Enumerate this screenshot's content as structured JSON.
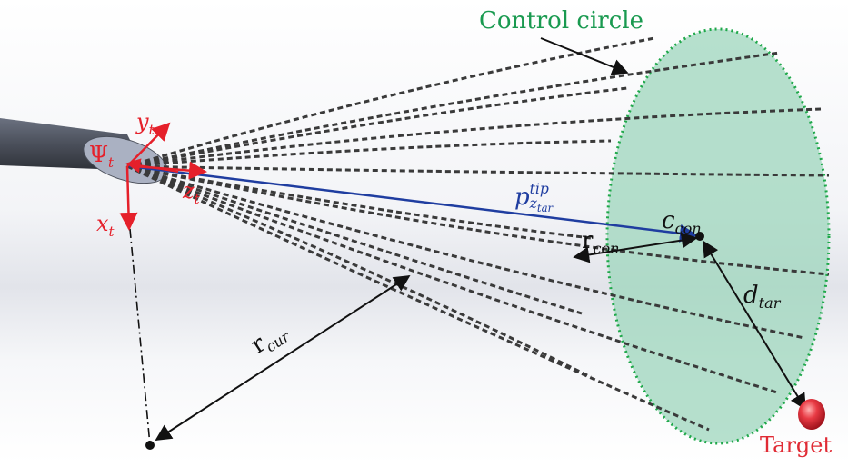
{
  "labels": {
    "control_circle": "Control circle",
    "target": "Target",
    "y_t": {
      "base": "y",
      "sub": "t"
    },
    "x_t": {
      "base": "x",
      "sub": "t"
    },
    "z_t": {
      "base": "z",
      "sub": "t"
    },
    "psi_t": {
      "base": "Ψ",
      "sub": "t"
    },
    "p_tip": {
      "base": "p",
      "sup": "tip",
      "sub": "z",
      "subsub": "tar"
    },
    "c_con": {
      "base": "c",
      "sub": "con"
    },
    "r_con": {
      "base": "r",
      "sub": "con"
    },
    "d_tar": {
      "base": "d",
      "sub": "tar"
    },
    "r_cur": {
      "base": "r",
      "sub": "cur"
    }
  },
  "colors": {
    "control_circle_fill": "#9ed6bc",
    "control_circle_edge": "#1fa84a",
    "control_label": "#1a9a50",
    "frame_axes": "#e5202a",
    "tip_vector": "#1f3da0",
    "dashed_paths": "#3a3a3a",
    "measure_arrows": "#111111",
    "target": "#e02a34",
    "tube": "#4a4f5a"
  }
}
